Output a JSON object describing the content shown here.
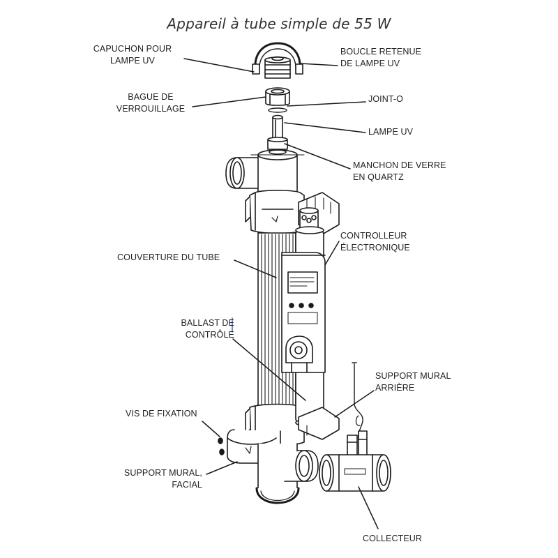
{
  "title": "Appareil à tube simple de 55 W",
  "labels": {
    "capuchon": [
      "CAPUCHON POUR",
      "LAMPE UV"
    ],
    "boucle": [
      "BOUCLE RETENUE",
      "DE LAMPE UV"
    ],
    "bague": [
      "BAGUE DE",
      "VERROUILLAGE"
    ],
    "joint": [
      "JOINT-O"
    ],
    "lampe": [
      "LAMPE UV"
    ],
    "manchon": [
      "MANCHON DE VERRE",
      "EN QUARTZ"
    ],
    "controlleur": [
      "CONTROLLEUR",
      "ÉLECTRONIQUE"
    ],
    "couverture": [
      "COUVERTURE DU TUBE"
    ],
    "ballast": [
      "BALLAST DE",
      "CONTRÔLE"
    ],
    "support_arriere": [
      "SUPPORT MURAL",
      "ARRIÈRE"
    ],
    "vis": [
      "VIS DE FIXATION"
    ],
    "support_facial": [
      "SUPPORT MURAL,",
      "FACIAL"
    ],
    "collecteur": [
      "COLLECTEUR"
    ]
  },
  "colors": {
    "line": "#1a1a1a",
    "text": "#222222",
    "background": "#ffffff"
  }
}
